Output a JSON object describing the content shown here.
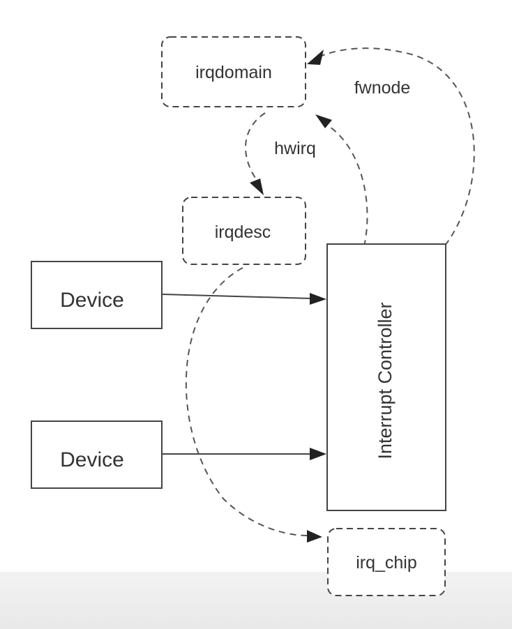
{
  "nodes": {
    "irqdomain": "irqdomain",
    "irqdesc": "irqdesc",
    "device_1": "Device",
    "device_2": "Device",
    "interrupt_controller": "Interrupt Controller",
    "irq_chip": "irq_chip"
  },
  "edge_labels": {
    "fwnode": "fwnode",
    "hwirq": "hwirq"
  },
  "colors": {
    "stroke": "#444444",
    "text": "#333333",
    "background": "#ffffff",
    "bottom_band": "#eeeeee"
  }
}
